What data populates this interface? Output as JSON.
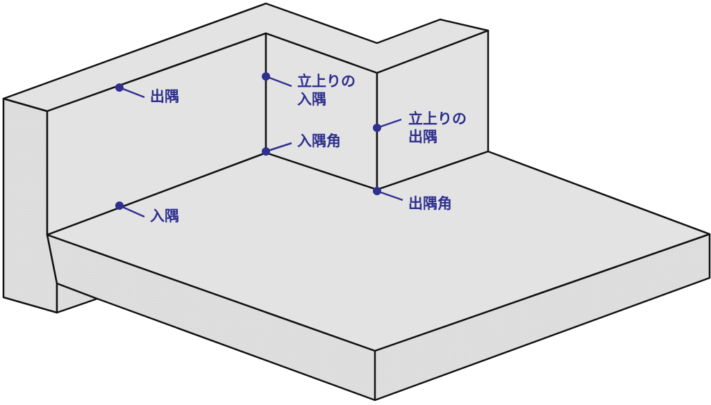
{
  "colors": {
    "surface": "#e4e3e3",
    "edge_face": "#dcdbdb",
    "outline": "#111111",
    "marker": "#2e2f8e",
    "label_text": "#2e2f8e"
  },
  "labels": {
    "outer_corner_top": "出隅",
    "inner_corner_bottom": "入隅",
    "riser_inner_corner_line1": "立上りの",
    "riser_inner_corner_line2": "入隅",
    "inner_corner_angle": "入隅角",
    "riser_outer_corner_line1": "立上りの",
    "riser_outer_corner_line2": "出隅",
    "outer_corner_angle": "出隅角"
  }
}
